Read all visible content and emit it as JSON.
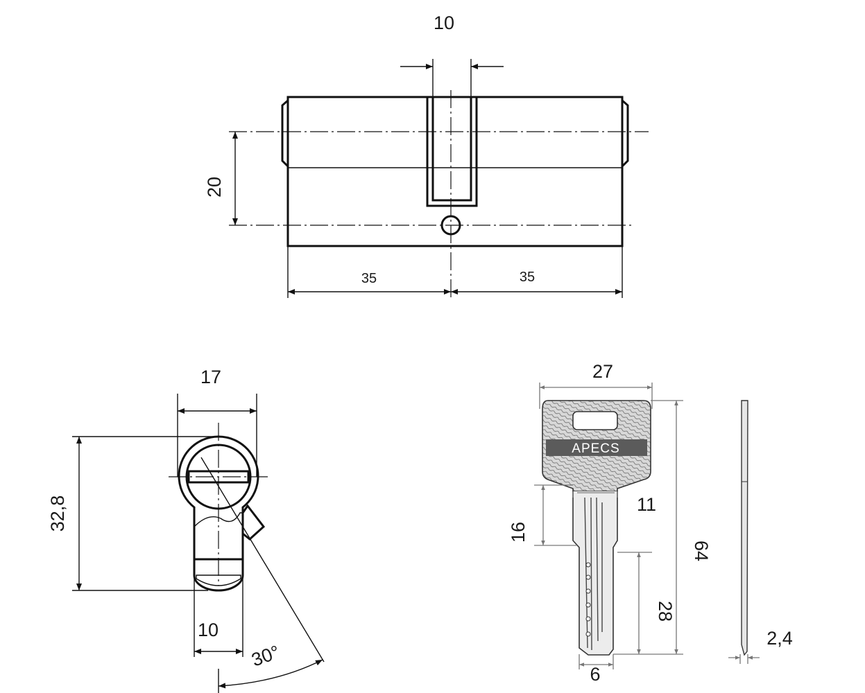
{
  "cylinder_front": {
    "cam_width": "10",
    "height": "20",
    "left_length": "35",
    "right_length": "35"
  },
  "cylinder_profile": {
    "width": "17",
    "height": "32,8",
    "bottom_width": "10",
    "angle": "30°"
  },
  "key": {
    "brand": "APECS",
    "head_width": "27",
    "shoulder_width": "11",
    "shoulder_height": "16",
    "total_length": "64",
    "blade_length": "28",
    "blade_width": "6",
    "thickness": "2,4"
  }
}
